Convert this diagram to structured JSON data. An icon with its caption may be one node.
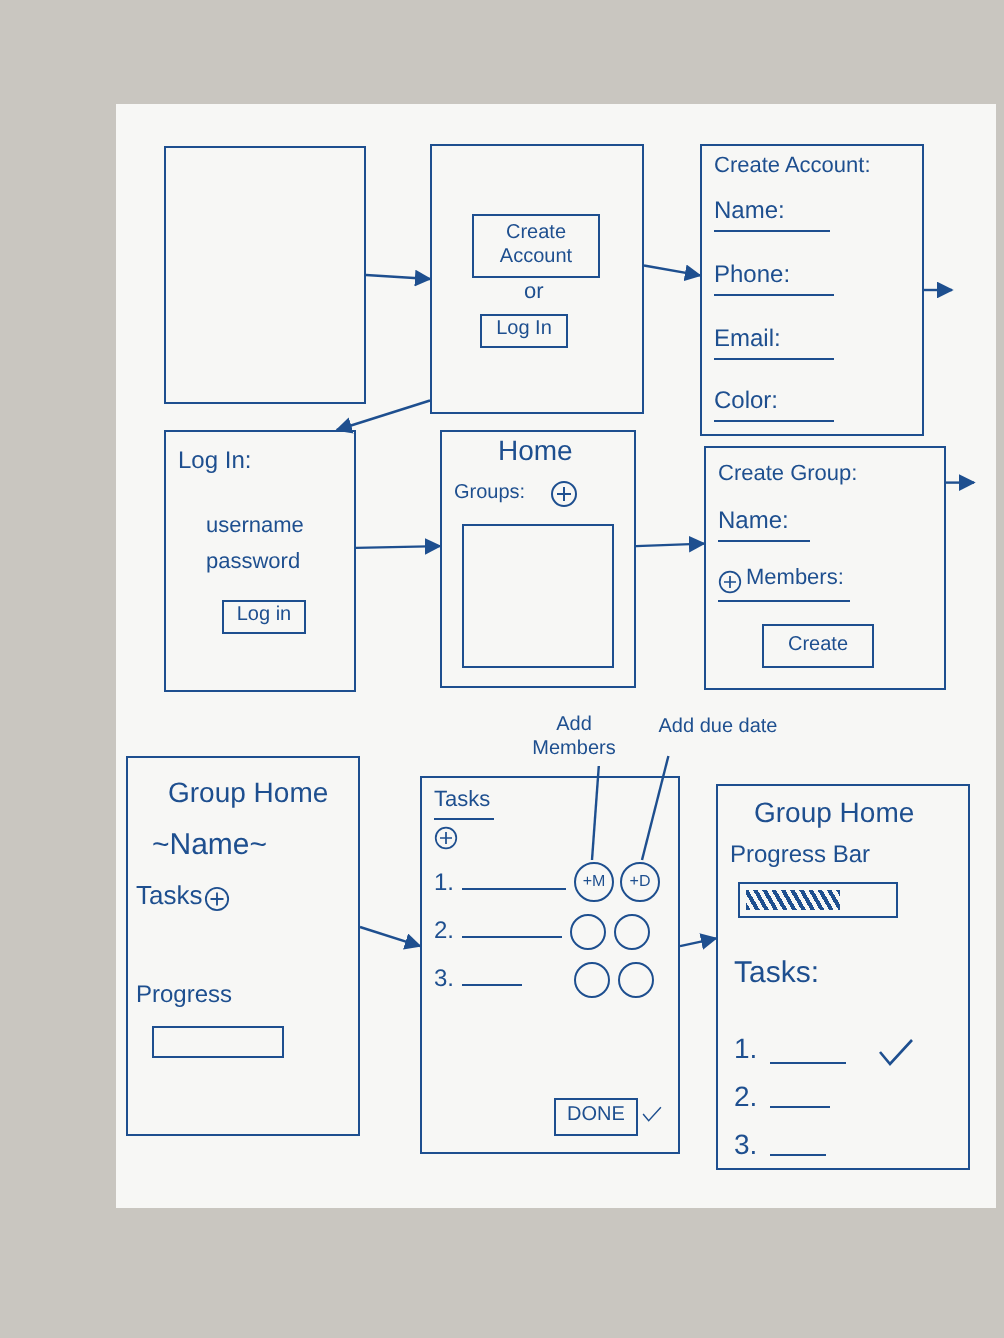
{
  "diagram": {
    "nodes": [
      {
        "text": [],
        "shape": "box"
      },
      {
        "text": [
          "or"
        ]
      },
      {
        "text": [
          "Create Account"
        ],
        "in": 1
      },
      {
        "text": [
          "Log In"
        ],
        "in": 1
      },
      {
        "text": [
          "Create Account:",
          "Name:",
          "Phone:",
          "Email:",
          "Color:"
        ]
      },
      {
        "text": [
          "Log In:",
          "username",
          "password"
        ]
      },
      {
        "text": [
          "Log in"
        ],
        "in": 5
      },
      {
        "text": [
          "Home",
          "Groups:"
        ]
      },
      {
        "text": [],
        "shape": "box",
        "in": 7
      },
      {
        "text": [
          "Create Group:",
          "Name:",
          "Members:"
        ]
      },
      {
        "text": [
          "Create"
        ],
        "in": 9
      },
      {
        "text": [
          "Group Home",
          "~Name~",
          "Tasks",
          "Progress"
        ]
      },
      {
        "text": [],
        "shape": "box",
        "in": 11
      },
      {
        "text": [
          "Tasks",
          "1.",
          "2.",
          "3."
        ]
      },
      {
        "text": [
          "+M"
        ],
        "in": 13
      },
      {
        "text": [
          "+D"
        ],
        "in": 13
      },
      {
        "text": [],
        "shape": "circle",
        "in": 13
      },
      {
        "text": [],
        "shape": "circle",
        "in": 13
      },
      {
        "text": [],
        "shape": "circle",
        "in": 13
      },
      {
        "text": [],
        "shape": "circle",
        "in": 13
      },
      {
        "text": [
          "DONE"
        ],
        "in": 13
      },
      {
        "text": [
          "Add Members"
        ]
      },
      {
        "text": [
          "Add due date"
        ]
      },
      {
        "text": [
          "Group Home",
          "Progress Bar",
          "Tasks:",
          "1.",
          "2.",
          "3."
        ]
      },
      {
        "text": [],
        "shape": "bar",
        "in": 23
      }
    ],
    "edges": [
      {
        "from": 0,
        "to": 1,
        "arrow": "to"
      },
      {
        "from": 1,
        "to": 4,
        "arrow": "to"
      },
      {
        "from": 4,
        "to": null,
        "arrow": "to"
      },
      {
        "from": 1,
        "to": 5,
        "arrow": "to"
      },
      {
        "from": 5,
        "to": 7,
        "arrow": "to"
      },
      {
        "from": 7,
        "to": 9,
        "arrow": "to"
      },
      {
        "from": 9,
        "to": null,
        "arrow": "to"
      },
      {
        "from": 11,
        "to": 13,
        "arrow": "to"
      },
      {
        "from": 13,
        "to": 23,
        "arrow": "to"
      },
      {
        "from": 21,
        "to": 14,
        "arrow": "none"
      },
      {
        "from": 22,
        "to": 15,
        "arrow": "none"
      }
    ]
  }
}
